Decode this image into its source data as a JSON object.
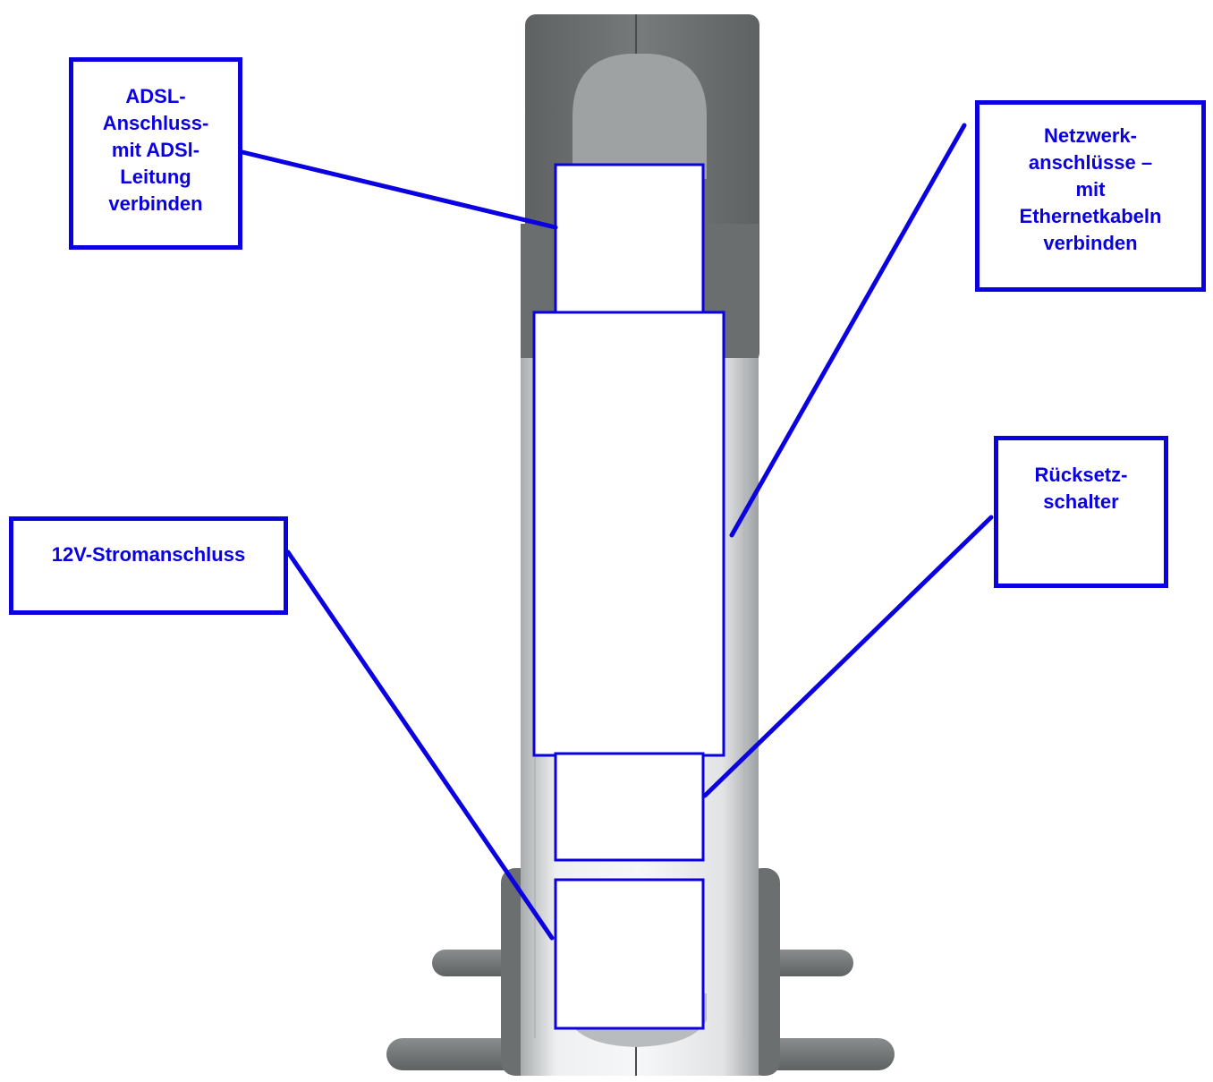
{
  "colors": {
    "callout_blue": "#0a00e0",
    "device_dark": "#6e7171",
    "device_mid": "#9a9c9d",
    "device_silver": "#d9dcde",
    "background": "#ffffff"
  },
  "callouts": {
    "adsl": "ADSL-\nAnschluss-\nmit ADSl-\nLeitung\nverbinden",
    "network": "Netzwerk-\nanschlüsse –\nmit\nEthernetkabeln\nverbinden",
    "reset": "Rücksetz-\nschalter",
    "power": "12V-Stromanschluss"
  }
}
